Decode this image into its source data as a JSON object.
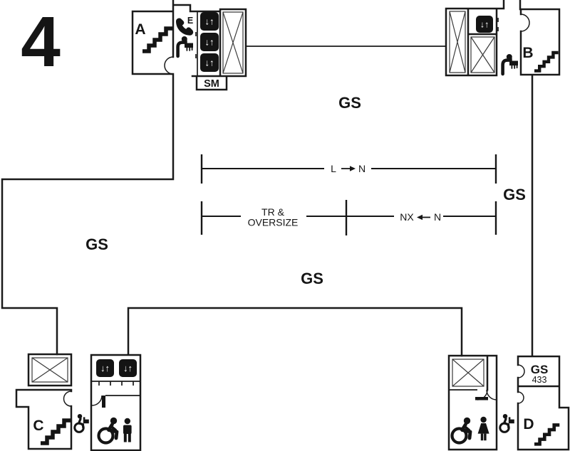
{
  "floor_indicator": "4",
  "stairwells": {
    "a": "A",
    "b": "B",
    "c": "C",
    "d": "D"
  },
  "areas": {
    "gs_upper": "GS",
    "gs_right": "GS",
    "gs_left": "GS",
    "gs_lower": "GS",
    "room_433": {
      "name": "GS",
      "number": "433"
    },
    "sm_room": "SM"
  },
  "shelf_ranges": {
    "l_n": {
      "from": "L",
      "to": "N"
    },
    "tr_oversize": {
      "line1": "TR &",
      "line2": "OVERSIZE"
    },
    "nx_n": {
      "from": "NX",
      "to": "N"
    }
  },
  "elevators": {
    "call_button_glyph": "↓↑"
  },
  "icons": {
    "emergency_phone_letter": "E"
  },
  "colors": {
    "wall": "#1a1a1a",
    "background": "#ffffff",
    "icon": "#141414"
  }
}
